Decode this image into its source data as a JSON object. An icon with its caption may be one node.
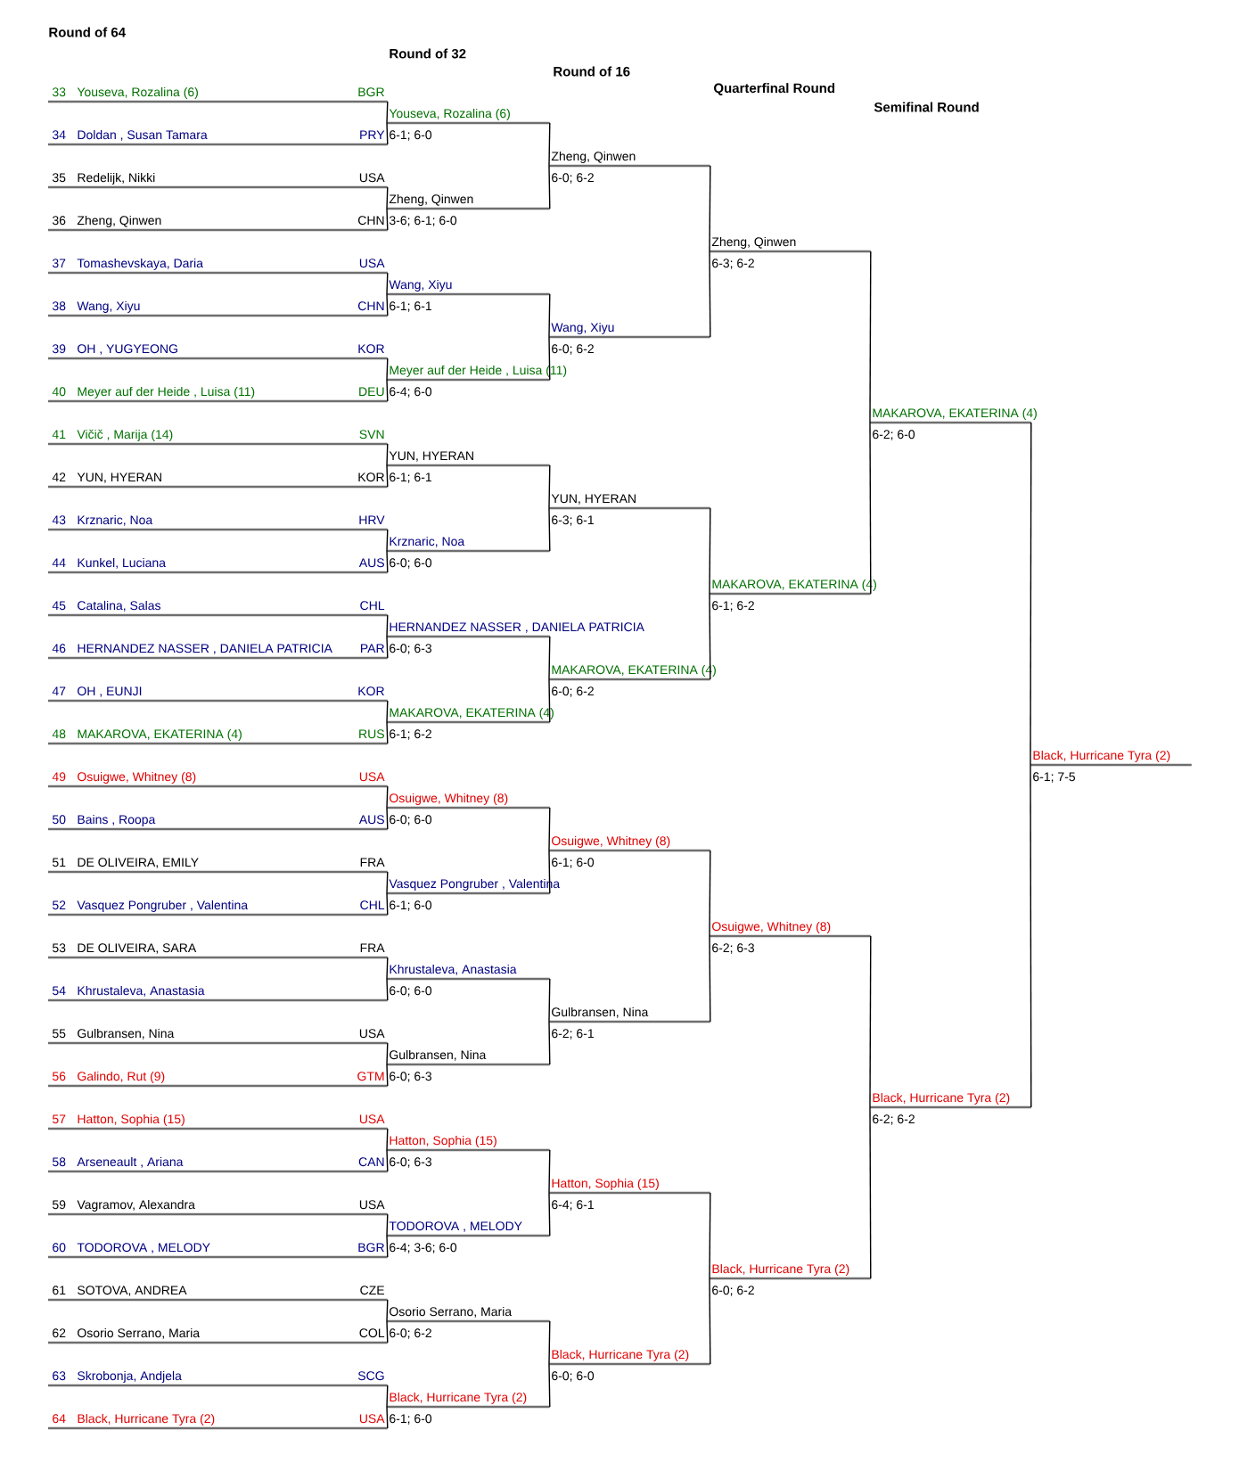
{
  "diagram": {
    "nodes": [
      {
        "text": [
          "33",
          "Youseva, Rozalina (6)",
          "BGR"
        ]
      },
      {
        "text": [
          "34",
          "Doldan , Susan Tamara",
          "PRY"
        ]
      },
      {
        "text": [
          "35",
          "Redelijk, Nikki",
          "USA"
        ]
      },
      {
        "text": [
          "36",
          "Zheng, Qinwen",
          "CHN"
        ]
      },
      {
        "text": [
          "37",
          "Tomashevskaya, Daria",
          "USA"
        ]
      },
      {
        "text": [
          "38",
          "Wang, Xiyu",
          "CHN"
        ]
      },
      {
        "text": [
          "39",
          "OH , YUGYEONG",
          "KOR"
        ]
      },
      {
        "text": [
          "40",
          "Meyer auf der Heide , Luisa (11)",
          "DEU"
        ]
      },
      {
        "text": [
          "41",
          "Vičič , Marija (14)",
          "SVN"
        ]
      },
      {
        "text": [
          "42",
          "YUN, HYERAN",
          "KOR"
        ]
      },
      {
        "text": [
          "43",
          "Krznaric, Noa",
          "HRV"
        ]
      },
      {
        "text": [
          "44",
          "Kunkel, Luciana",
          "AUS"
        ]
      },
      {
        "text": [
          "45",
          "Catalina, Salas",
          "CHL"
        ]
      },
      {
        "text": [
          "46",
          "HERNANDEZ NASSER , DANIELA PATRICIA",
          "PAR"
        ]
      },
      {
        "text": [
          "47",
          "OH , EUNJI",
          "KOR"
        ]
      },
      {
        "text": [
          "48",
          "MAKAROVA, EKATERINA (4)",
          "RUS"
        ]
      },
      {
        "text": [
          "49",
          "Osuigwe, Whitney (8)",
          "USA"
        ]
      },
      {
        "text": [
          "50",
          "Bains , Roopa",
          "AUS"
        ]
      },
      {
        "text": [
          "51",
          "DE OLIVEIRA, EMILY",
          "FRA"
        ]
      },
      {
        "text": [
          "52",
          "Vasquez Pongruber , Valentina",
          "CHL"
        ]
      },
      {
        "text": [
          "53",
          "DE OLIVEIRA, SARA",
          "FRA"
        ]
      },
      {
        "text": [
          "54",
          "Khrustaleva, Anastasia"
        ]
      },
      {
        "text": [
          "55",
          "Gulbransen, Nina",
          "USA"
        ]
      },
      {
        "text": [
          "56",
          "Galindo, Rut (9)",
          "GTM"
        ]
      },
      {
        "text": [
          "57",
          "Hatton, Sophia (15)",
          "USA"
        ]
      },
      {
        "text": [
          "58",
          "Arseneault , Ariana",
          "CAN"
        ]
      },
      {
        "text": [
          "59",
          "Vagramov, Alexandra",
          "USA"
        ]
      },
      {
        "text": [
          "60",
          "TODOROVA , MELODY",
          "BGR"
        ]
      },
      {
        "text": [
          "61",
          "SOTOVA, ANDREA",
          "CZE"
        ]
      },
      {
        "text": [
          "62",
          "Osorio Serrano, Maria",
          "COL"
        ]
      },
      {
        "text": [
          "63",
          "Skrobonja, Andjela",
          "SCG"
        ]
      },
      {
        "text": [
          "64",
          "Black, Hurricane Tyra (2)",
          "USA"
        ]
      },
      {
        "text": [
          "Youseva, Rozalina (6)",
          "6-1; 6-0"
        ]
      },
      {
        "text": [
          "Zheng, Qinwen",
          "3-6; 6-1; 6-0"
        ]
      },
      {
        "text": [
          "Wang, Xiyu",
          "6-1; 6-1"
        ]
      },
      {
        "text": [
          "Meyer auf der Heide , Luisa (11)",
          "6-4; 6-0"
        ]
      },
      {
        "text": [
          "YUN, HYERAN",
          "6-1; 6-1"
        ]
      },
      {
        "text": [
          "Krznaric, Noa",
          "6-0; 6-0"
        ]
      },
      {
        "text": [
          "HERNANDEZ NASSER , DANIELA PATRICIA",
          "6-0; 6-3"
        ]
      },
      {
        "text": [
          "MAKAROVA, EKATERINA (4)",
          "6-1; 6-2"
        ]
      },
      {
        "text": [
          "Osuigwe, Whitney (8)",
          "6-0; 6-0"
        ]
      },
      {
        "text": [
          "Vasquez Pongruber , Valentina",
          "6-1; 6-0"
        ]
      },
      {
        "text": [
          "Khrustaleva, Anastasia",
          "6-0; 6-0"
        ]
      },
      {
        "text": [
          "Gulbransen, Nina",
          "6-0; 6-3"
        ]
      },
      {
        "text": [
          "Hatton, Sophia (15)",
          "6-0; 6-3"
        ]
      },
      {
        "text": [
          "TODOROVA , MELODY",
          "6-4; 3-6; 6-0"
        ]
      },
      {
        "text": [
          "Osorio Serrano, Maria",
          "6-0; 6-2"
        ]
      },
      {
        "text": [
          "Black, Hurricane Tyra (2)",
          "6-1; 6-0"
        ]
      },
      {
        "text": [
          "Zheng, Qinwen",
          "6-0; 6-2"
        ]
      },
      {
        "text": [
          "Wang, Xiyu",
          "6-0; 6-2"
        ]
      },
      {
        "text": [
          "YUN, HYERAN",
          "6-3; 6-1"
        ]
      },
      {
        "text": [
          "MAKAROVA, EKATERINA (4)",
          "6-0; 6-2"
        ]
      },
      {
        "text": [
          "Osuigwe, Whitney (8)",
          "6-1; 6-0"
        ]
      },
      {
        "text": [
          "Gulbransen, Nina",
          "6-2; 6-1"
        ]
      },
      {
        "text": [
          "Hatton, Sophia (15)",
          "6-4; 6-1"
        ]
      },
      {
        "text": [
          "Black, Hurricane Tyra (2)",
          "6-0; 6-0"
        ]
      },
      {
        "text": [
          "Zheng, Qinwen",
          "6-3; 6-2"
        ]
      },
      {
        "text": [
          "MAKAROVA, EKATERINA (4)",
          "6-1; 6-2"
        ]
      },
      {
        "text": [
          "Osuigwe, Whitney (8)",
          "6-2; 6-3"
        ]
      },
      {
        "text": [
          "Black, Hurricane Tyra (2)",
          "6-0; 6-2"
        ]
      },
      {
        "text": [
          "MAKAROVA, EKATERINA (4)",
          "6-2; 6-0"
        ]
      },
      {
        "text": [
          "Black, Hurricane Tyra (2)",
          "6-2; 6-2"
        ]
      },
      {
        "text": [
          "Black, Hurricane Tyra (2)",
          "6-1; 7-5"
        ]
      }
    ],
    "edges": [
      {
        "from": 0,
        "to": 32,
        "arrow": "none"
      },
      {
        "from": 1,
        "to": 32,
        "arrow": "none"
      },
      {
        "from": 2,
        "to": 33,
        "arrow": "none"
      },
      {
        "from": 3,
        "to": 33,
        "arrow": "none"
      },
      {
        "from": 4,
        "to": 34,
        "arrow": "none"
      },
      {
        "from": 5,
        "to": 34,
        "arrow": "none"
      },
      {
        "from": 6,
        "to": 35,
        "arrow": "none"
      },
      {
        "from": 7,
        "to": 35,
        "arrow": "none"
      },
      {
        "from": 8,
        "to": 36,
        "arrow": "none"
      },
      {
        "from": 9,
        "to": 36,
        "arrow": "none"
      },
      {
        "from": 10,
        "to": 37,
        "arrow": "none"
      },
      {
        "from": 11,
        "to": 37,
        "arrow": "none"
      },
      {
        "from": 12,
        "to": 38,
        "arrow": "none"
      },
      {
        "from": 13,
        "to": 38,
        "arrow": "none"
      },
      {
        "from": 14,
        "to": 39,
        "arrow": "none"
      },
      {
        "from": 15,
        "to": 39,
        "arrow": "none"
      },
      {
        "from": 16,
        "to": 40,
        "arrow": "none"
      },
      {
        "from": 17,
        "to": 40,
        "arrow": "none"
      },
      {
        "from": 18,
        "to": 41,
        "arrow": "none"
      },
      {
        "from": 19,
        "to": 41,
        "arrow": "none"
      },
      {
        "from": 20,
        "to": 42,
        "arrow": "none"
      },
      {
        "from": 21,
        "to": 42,
        "arrow": "none"
      },
      {
        "from": 22,
        "to": 43,
        "arrow": "none"
      },
      {
        "from": 23,
        "to": 43,
        "arrow": "none"
      },
      {
        "from": 24,
        "to": 44,
        "arrow": "none"
      },
      {
        "from": 25,
        "to": 44,
        "arrow": "none"
      },
      {
        "from": 26,
        "to": 45,
        "arrow": "none"
      },
      {
        "from": 27,
        "to": 45,
        "arrow": "none"
      },
      {
        "from": 28,
        "to": 46,
        "arrow": "none"
      },
      {
        "from": 29,
        "to": 46,
        "arrow": "none"
      },
      {
        "from": 30,
        "to": 47,
        "arrow": "none"
      },
      {
        "from": 31,
        "to": 47,
        "arrow": "none"
      },
      {
        "from": 32,
        "to": 48,
        "arrow": "none"
      },
      {
        "from": 33,
        "to": 48,
        "arrow": "none"
      },
      {
        "from": 34,
        "to": 49,
        "arrow": "none"
      },
      {
        "from": 35,
        "to": 49,
        "arrow": "none"
      },
      {
        "from": 36,
        "to": 50,
        "arrow": "none"
      },
      {
        "from": 37,
        "to": 50,
        "arrow": "none"
      },
      {
        "from": 38,
        "to": 51,
        "arrow": "none"
      },
      {
        "from": 39,
        "to": 51,
        "arrow": "none"
      },
      {
        "from": 40,
        "to": 52,
        "arrow": "none"
      },
      {
        "from": 41,
        "to": 52,
        "arrow": "none"
      },
      {
        "from": 42,
        "to": 53,
        "arrow": "none"
      },
      {
        "from": 43,
        "to": 53,
        "arrow": "none"
      },
      {
        "from": 44,
        "to": 54,
        "arrow": "none"
      },
      {
        "from": 45,
        "to": 54,
        "arrow": "none"
      },
      {
        "from": 46,
        "to": 55,
        "arrow": "none"
      },
      {
        "from": 47,
        "to": 55,
        "arrow": "none"
      },
      {
        "from": 48,
        "to": 56,
        "arrow": "none"
      },
      {
        "from": 49,
        "to": 56,
        "arrow": "none"
      },
      {
        "from": 50,
        "to": 57,
        "arrow": "none"
      },
      {
        "from": 51,
        "to": 57,
        "arrow": "none"
      },
      {
        "from": 52,
        "to": 58,
        "arrow": "none"
      },
      {
        "from": 53,
        "to": 58,
        "arrow": "none"
      },
      {
        "from": 54,
        "to": 59,
        "arrow": "none"
      },
      {
        "from": 55,
        "to": 59,
        "arrow": "none"
      },
      {
        "from": 56,
        "to": 60,
        "arrow": "none"
      },
      {
        "from": 57,
        "to": 60,
        "arrow": "none"
      },
      {
        "from": 58,
        "to": 61,
        "arrow": "none"
      },
      {
        "from": 59,
        "to": 61,
        "arrow": "none"
      },
      {
        "from": 60,
        "to": 62,
        "arrow": "none"
      },
      {
        "from": 61,
        "to": 62,
        "arrow": "none"
      }
    ],
    "labels": [
      "Round of 64",
      "Round of 32",
      "Round of 16",
      "Quarterfinal Round",
      "Semifinal Round"
    ]
  }
}
